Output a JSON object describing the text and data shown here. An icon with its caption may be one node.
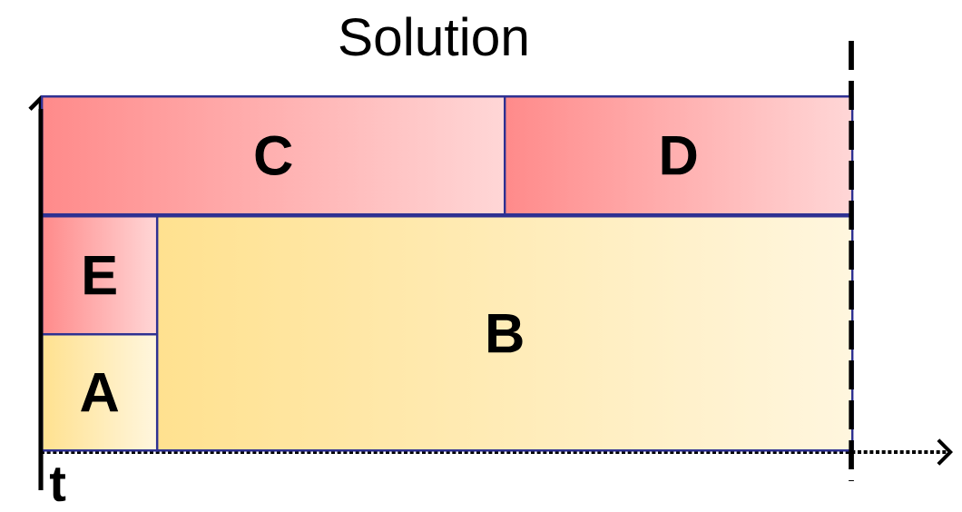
{
  "diagram": {
    "title": "Solution",
    "nodes": [
      {
        "text": [
          "C"
        ]
      },
      {
        "text": [
          "D"
        ]
      },
      {
        "text": [
          "E"
        ]
      },
      {
        "text": [
          "A"
        ]
      },
      {
        "text": [
          "B"
        ]
      }
    ],
    "labels": [
      "t"
    ]
  }
}
